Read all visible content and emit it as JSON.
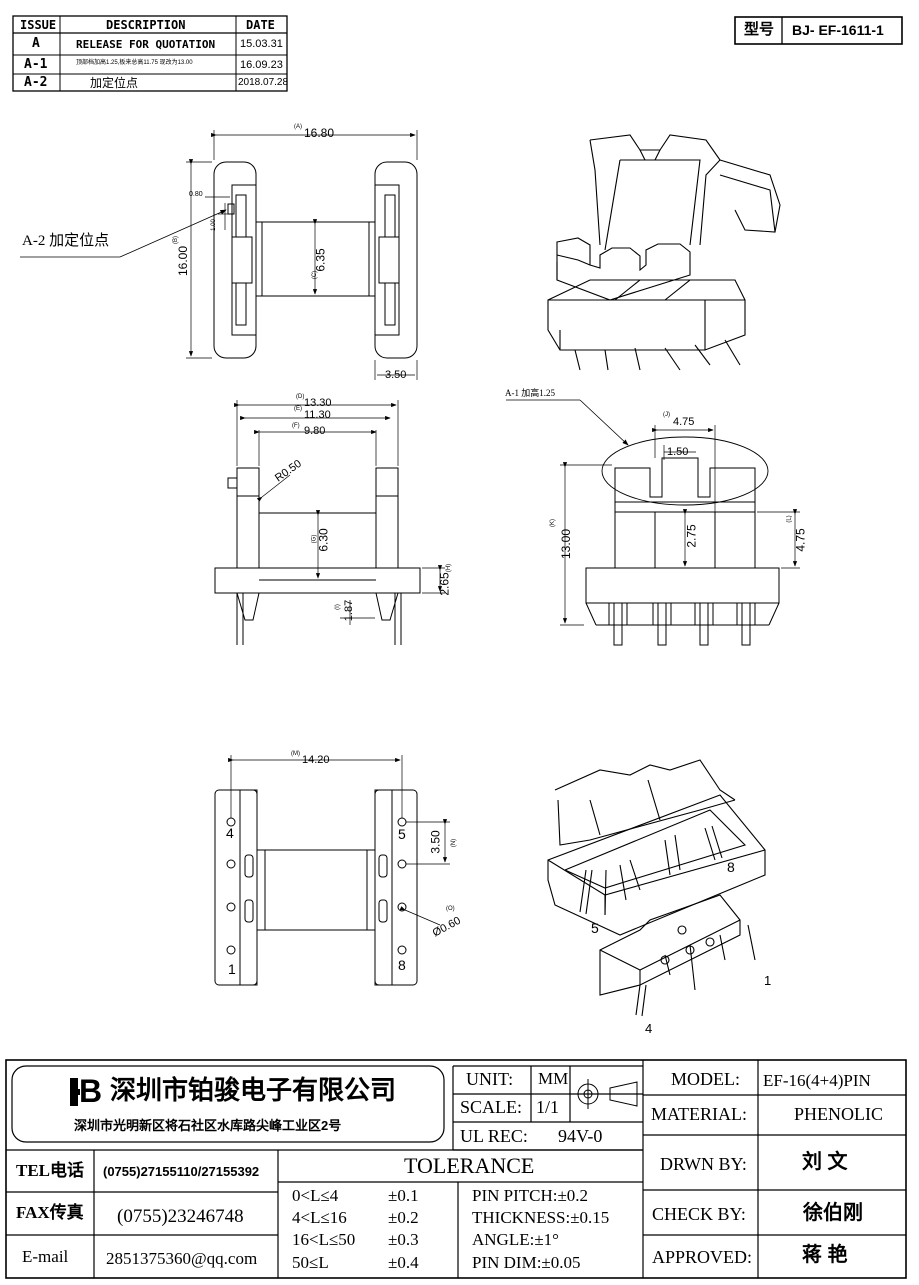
{
  "revisions": {
    "headers": [
      "ISSUE",
      "DESCRIPTION",
      "DATE"
    ],
    "rows": [
      {
        "issue": "A",
        "description": "RELEASE FOR QUOTATION",
        "date": "15.03.31"
      },
      {
        "issue": "A-1",
        "description": "顶部档加高1.25,板来总高11.75 现改为13.00",
        "date": "16.09.23"
      },
      {
        "issue": "A-2",
        "description": "加定位点",
        "date": "2018.07.28"
      }
    ]
  },
  "model_box": {
    "label": "型号",
    "value": "BJ- EF-1611-1"
  },
  "top_view": {
    "dim_a": "16.80",
    "dim_a_tag": "(A)",
    "dim_b": "16.00",
    "dim_b_tag": "(B)",
    "dim_c": "6.35",
    "dim_c_tag": "(C)",
    "dim_side": "3.50",
    "dim_small_1": "0.80",
    "dim_small_2": "1.00",
    "callout": "A-2 加定位点"
  },
  "front_view": {
    "dim_d": "13.30",
    "dim_d_tag": "(D)",
    "dim_e": "11.30",
    "dim_e_tag": "(E)",
    "dim_f": "9.80",
    "dim_f_tag": "(F)",
    "dim_g": "6.30",
    "dim_g_tag": "(G)",
    "dim_h": "2.65",
    "dim_h_tag": "(H)",
    "dim_i": "1.87",
    "dim_i_tag": "(I)",
    "radius": "R0.50"
  },
  "side_view": {
    "callout": "A-1  加高1.25",
    "dim_j": "4.75",
    "dim_j_tag": "(J)",
    "dim_slot": "1.50",
    "dim_k": "13.00",
    "dim_k_tag": "(K)",
    "dim_mid": "2.75",
    "dim_l": "4.75",
    "dim_l_tag": "(L)"
  },
  "bottom_view": {
    "dim_m": "14.20",
    "dim_m_tag": "(M)",
    "dim_n": "3.50",
    "dim_n_tag": "(N)",
    "dim_o": "Ø0.60",
    "dim_o_tag": "(O)",
    "pin_labels": [
      "4",
      "1",
      "5",
      "8"
    ]
  },
  "iso_view_2": {
    "pin_labels": [
      "8",
      "5",
      "1",
      "4"
    ]
  },
  "title_block": {
    "company_logo_letter": "B",
    "company_name": "深圳市铂骏电子有限公司",
    "company_address": "深圳市光明新区将石社区水库路尖峰工业区2号",
    "unit_label": "UNIT:",
    "unit_value": "MM",
    "scale_label": "SCALE:",
    "scale_value": "1/1",
    "ul_label": "UL REC:",
    "ul_value": "94V-0",
    "model_label": "MODEL:",
    "model_value": "EF-16(4+4)PIN",
    "material_label": "MATERIAL:",
    "material_value": "PHENOLIC",
    "drawn_label": "DRWN BY:",
    "drawn_value": "刘  文",
    "check_label": "CHECK BY:",
    "check_value": "徐伯刚",
    "approved_label": "APPROVED:",
    "approved_value": "蒋  艳",
    "tel_label": "TEL电话",
    "tel_value": "(0755)27155110/27155392",
    "fax_label": "FAX传真",
    "fax_value": "(0755)23246748",
    "email_label": "E-mail",
    "email_value": "2851375360@qq.com",
    "tolerance_title": "TOLERANCE",
    "tolerance_rows": [
      {
        "range": "0<L≤4",
        "value": "±0.1"
      },
      {
        "range": "4<L≤16",
        "value": "±0.2"
      },
      {
        "range": "16<L≤50",
        "value": "±0.3"
      },
      {
        "range": "50≤L",
        "value": "±0.4"
      }
    ],
    "tolerance_notes": [
      "PIN PITCH:±0.2",
      "THICKNESS:±0.15",
      "ANGLE:±1°",
      "PIN DIM:±0.05"
    ]
  }
}
